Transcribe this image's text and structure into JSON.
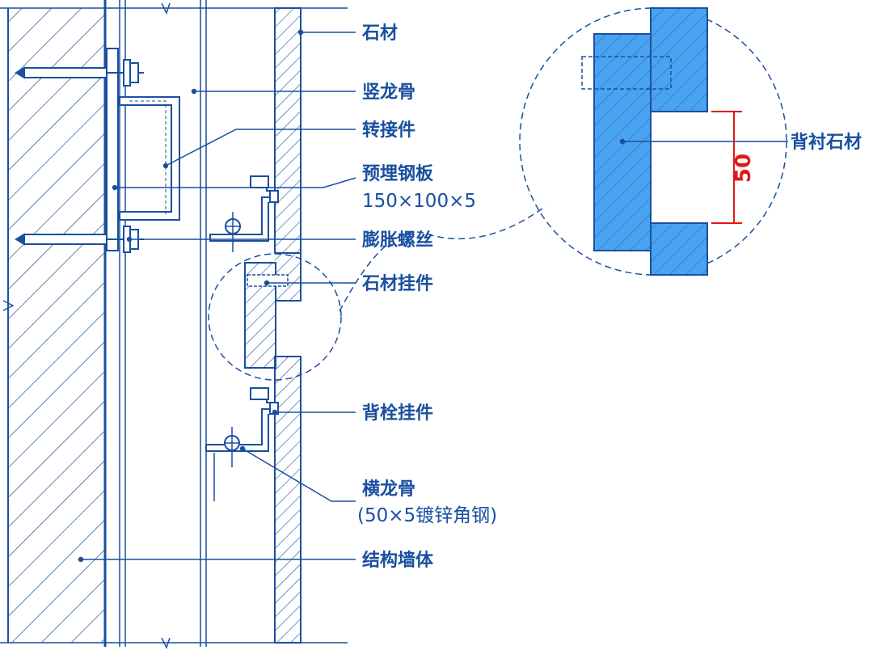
{
  "labels": {
    "stone": "石材",
    "vertical_keel": "竖龙骨",
    "adapter": "转接件",
    "embedded_plate": "预埋钢板",
    "embedded_plate_spec": "150×100×5",
    "expansion_bolt": "膨胀螺丝",
    "stone_hanger": "石材挂件",
    "back_bolt_hanger": "背栓挂件",
    "horizontal_keel": "横龙骨",
    "horizontal_keel_spec": "(50×5镀锌角钢)",
    "structural_wall": "结构墙体",
    "back_stone": "背衬石材"
  },
  "dimension": {
    "value": "50"
  },
  "colors": {
    "line": "#1a4fa0",
    "fill_light": "#5da8ee",
    "fill_detail": "#4aa3f0",
    "dimension": "#e01818",
    "background": "#ffffff"
  }
}
